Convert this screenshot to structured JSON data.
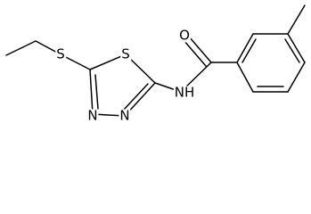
{
  "structure": {
    "atoms": {
      "S_thioether": "S",
      "S_ring": "S",
      "N_ring_1": "N",
      "N_ring_2": "N",
      "NH": "NH",
      "O": "O"
    }
  }
}
